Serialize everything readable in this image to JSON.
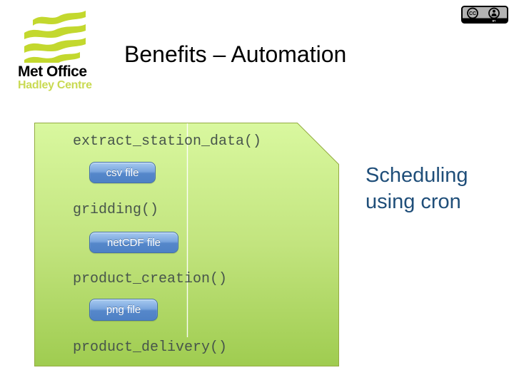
{
  "slide": {
    "title": "Benefits – Automation"
  },
  "logo": {
    "org": "Met Office",
    "centre": "Hadley Centre"
  },
  "license": {
    "cc_label": "CC",
    "by_label": "BY"
  },
  "flow": {
    "functions": [
      "extract_station_data()",
      "gridding()",
      "product_creation()",
      "product_delivery()"
    ],
    "files": [
      "csv file",
      "netCDF file",
      "png file"
    ]
  },
  "annotation": {
    "text": "Scheduling using cron"
  },
  "colors": {
    "logo_green": "#c3d82e",
    "hadley_text_green": "#c9da52",
    "shape_gradient_top": "#d9f89f",
    "shape_gradient_bottom": "#9fcc50",
    "shape_border": "#94ab42",
    "code_text": "#47554b",
    "button_blue_top": "#a6c9f0",
    "button_blue_bottom": "#4e81c5",
    "annotation_blue": "#1f4e79",
    "title_black": "#000000"
  }
}
